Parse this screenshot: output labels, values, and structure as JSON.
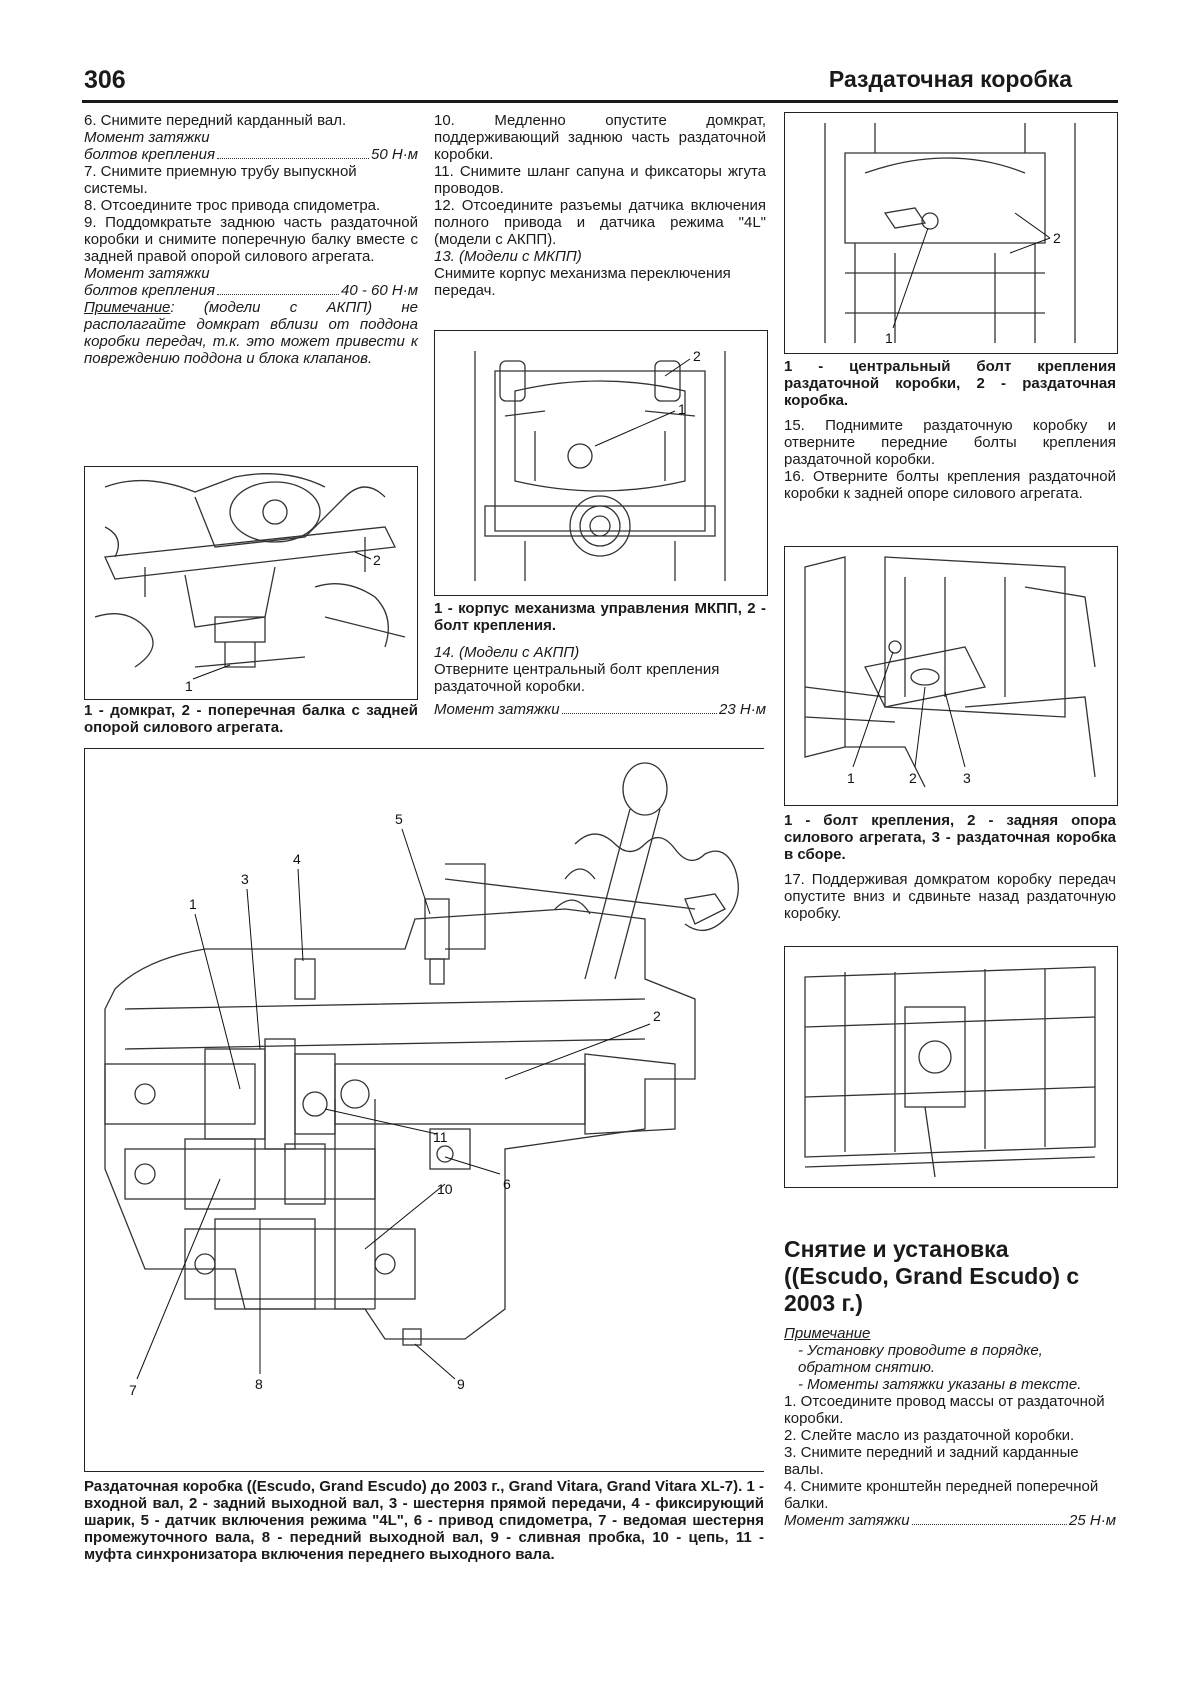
{
  "header": {
    "page_number": "306",
    "title": "Раздаточная коробка"
  },
  "col1": {
    "step6": "6. Снимите передний карданный вал.",
    "torque1_label1": "Момент затяжки",
    "torque1_label2": "болтов крепления",
    "torque1_value": "50 Н·м",
    "step7": "7. Снимите приемную трубу выпускной системы.",
    "step8": "8. Отсоедините трос привода спидометра.",
    "step9": "9. Поддомкратьте заднюю часть раздаточной коробки и снимите поперечную балку вместе с задней правой опорой силового агрегата.",
    "torque2_label1": "Момент затяжки",
    "torque2_label2": "болтов крепления",
    "torque2_value": "40 - 60 Н·м",
    "note_label": "Примечание",
    "note_text": ": (модели с АКПП) не располагайте домкрат вблизи от поддона коробки передач, т.к. это может привести к повреждению поддона и блока клапанов.",
    "fig_caption": "1 - домкрат, 2 - поперечная балка с задней опорой силового агрегата."
  },
  "col2": {
    "step10": "10. Медленно опустите домкрат, поддерживающий заднюю часть раздаточной коробки.",
    "step11": "11. Снимите шланг сапуна и фиксаторы жгута проводов.",
    "step12": "12. Отсоедините разъемы датчика включения полного привода и датчика режима \"4L\" (модели с АКПП).",
    "step13": "13. (Модели с МКПП)",
    "step13b": "Снимите корпус механизма переключения передач.",
    "fig_caption": "1 - корпус механизма управления МКПП, 2 - болт крепления.",
    "step14": "14. (Модели с АКПП)",
    "step14b": "Отверните центральный болт крепления раздаточной коробки.",
    "torque_label": "Момент затяжки",
    "torque_value": "23 Н·м"
  },
  "col3": {
    "fig1_caption": "1 - центральный болт крепления раздаточной коробки, 2 - раздаточная коробка.",
    "step15": "15. Поднимите раздаточную коробку и отверните передние болты крепления раздаточной коробки.",
    "step16": "16. Отверните болты крепления раздаточной коробки к задней опоре силового агрегата.",
    "fig2_caption": "1 - болт крепления, 2 - задняя опора силового агрегата, 3 - раздаточная коробка в сборе.",
    "step17": "17. Поддерживая домкратом коробку передач опустите вниз и сдвиньте назад раздаточную коробку.",
    "section_title": "Снятие и установка ((Escudo, Grand Escudo) с 2003 г.)",
    "note_label": "Примечание",
    "bullet1": "- Установку проводите в порядке, обратном снятию.",
    "bullet2": "- Моменты затяжки указаны в тексте.",
    "step1": "1. Отсоедините провод массы от раздаточной коробки.",
    "step2": "2. Слейте масло из раздаточной коробки.",
    "step3": "3. Снимите передний и задний карданные валы.",
    "step4": "4. Снимите кронштейн передней поперечной балки.",
    "torque_label": "Момент затяжки",
    "torque_value": "25 Н·м"
  },
  "main_figure": {
    "caption": "Раздаточная коробка ((Escudo, Grand Escudo) до 2003 г., Grand Vitara, Grand Vitara XL-7). 1 - входной вал, 2 - задний выходной вал, 3 - шестерня прямой передачи, 4 - фиксирующий шарик, 5 - датчик включения режима \"4L\", 6 - привод спидометра, 7 - ведомая шестерня промежуточного вала, 8 - передний выходной вал, 9 - сливная пробка, 10 - цепь, 11 - муфта синхронизатора включения переднего выходного вала."
  },
  "callouts": {
    "n1": "1",
    "n2": "2",
    "n3": "3",
    "n4": "4",
    "n5": "5",
    "n6": "6",
    "n7": "7",
    "n8": "8",
    "n9": "9",
    "n10": "10",
    "n11": "11"
  }
}
